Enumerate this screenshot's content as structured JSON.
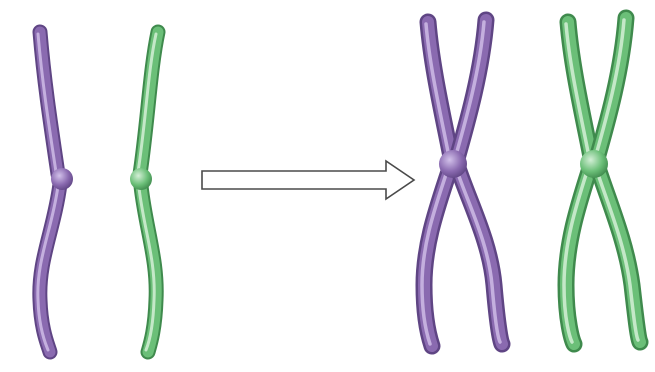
{
  "colors": {
    "background": "#ffffff",
    "purple_chromosome": "#8a6ab0",
    "purple_highlight": "#d2c1ea",
    "purple_shadow": "#5f4584",
    "green_chromosome": "#6bbf78",
    "green_highlight": "#d3efd6",
    "green_shadow": "#3f8a4d",
    "arrow_fill": "#ffffff",
    "arrow_outline": "#4a4a4a"
  },
  "diagram": {
    "unreplicated": [
      {
        "id": "purple",
        "color": "purple",
        "state": "single-chromatid"
      },
      {
        "id": "green",
        "color": "green",
        "state": "single-chromatid"
      }
    ],
    "arrow": {
      "direction": "right",
      "style": "hollow-block"
    },
    "replicated": [
      {
        "id": "purple",
        "color": "purple",
        "state": "sister-chromatids"
      },
      {
        "id": "green",
        "color": "green",
        "state": "sister-chromatids"
      }
    ]
  }
}
